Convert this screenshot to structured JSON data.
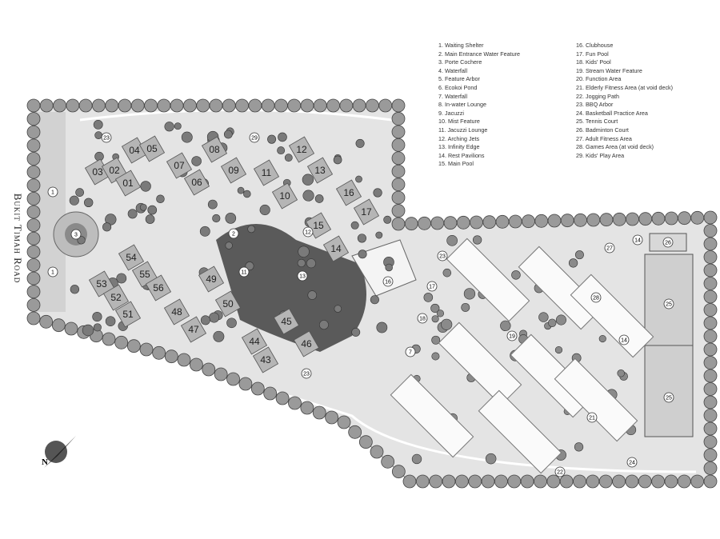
{
  "road_label": "Bukit Timah Road",
  "north_label": "N",
  "legend": {
    "left": [
      "1. Waiting Shelter",
      "2. Main Entrance Water Feature",
      "3. Porte Cochere",
      "4. Waterfall",
      "5. Feature Arbor",
      "6. Ecokoi Pond",
      "7. Waterfall",
      "8. In-water Lounge",
      "9. Jacuzzi",
      "10. Mist Feature",
      "11. Jacuzzi Lounge",
      "12. Arching Jets",
      "13. Infinity Edge",
      "14. Rest Pavilions",
      "15. Main Pool"
    ],
    "right": [
      "16. Clubhouse",
      "17. Fun Pool",
      "18. Kids' Pool",
      "19. Stream Water Feature",
      "20. Function Area",
      "21. Elderly Fitness Area (at void deck)",
      "22. Jogging Path",
      "23. BBQ Arbor",
      "24. Basketball Practice Area",
      "25. Tennis Court",
      "26. Badminton Court",
      "27. Adult Fitness Area",
      "28. Games Area (at void deck)",
      "29. Kids' Play Area"
    ]
  },
  "units": [
    "04",
    "05",
    "03",
    "02",
    "01",
    "07",
    "06",
    "08",
    "09",
    "11",
    "10",
    "12",
    "13",
    "16",
    "17",
    "15",
    "14",
    "54",
    "55",
    "56",
    "53",
    "52",
    "51",
    "49",
    "50",
    "48",
    "47",
    "45",
    "46",
    "44",
    "43"
  ],
  "markers": [
    "1",
    "1",
    "3",
    "2",
    "16",
    "23",
    "23",
    "23",
    "28",
    "21",
    "22",
    "24",
    "14",
    "25",
    "25",
    "26",
    "27",
    "17",
    "18",
    "19",
    "12",
    "13",
    "11",
    "7",
    "14",
    "29"
  ]
}
